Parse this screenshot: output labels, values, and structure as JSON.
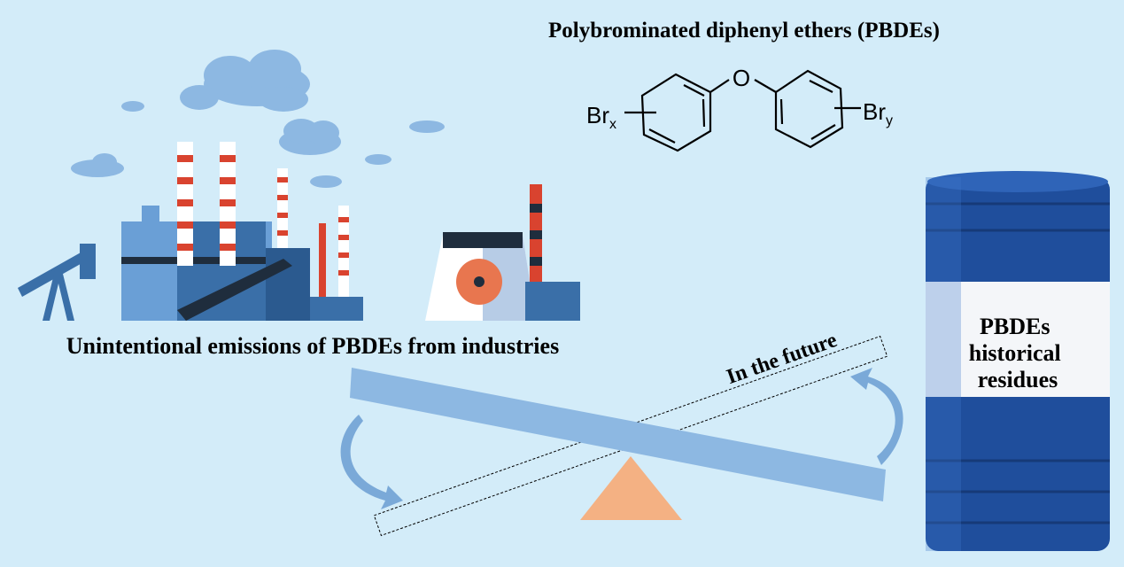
{
  "title": "Polybrominated diphenyl ethers (PBDEs)",
  "structure": {
    "oxygen": "O",
    "left_sub": "Br",
    "left_index": "x",
    "right_sub": "Br",
    "right_index": "y"
  },
  "industry_caption": "Unintentional emissions of PBDEs from industries",
  "future_label": "In the future",
  "barrel_label": [
    "PBDEs",
    "historical",
    "residues"
  ],
  "colors": {
    "background": "#d3ecf9",
    "beam": "#8db8e2",
    "fulcrum": "#f4b183",
    "barrel": "#1f4e9c"
  }
}
